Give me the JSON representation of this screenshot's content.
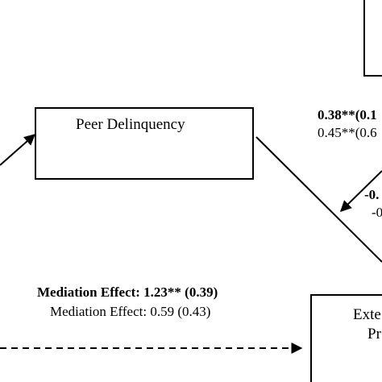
{
  "boxes": {
    "peer_delinquency": "Peer Delinquency",
    "externalizing_line1": "Exte",
    "externalizing_line2": "Pr"
  },
  "paths": {
    "right_upper_bold": "0.38**(0.1",
    "right_upper_regular": "0.45**(0.6",
    "right_lower_bold": "-0.",
    "right_lower_regular": "-0"
  },
  "mediation": {
    "bold": "Mediation Effect:  1.23** (0.39)",
    "regular": "Mediation Effect: 0.59 (0.43)"
  },
  "colors": {
    "ink": "#000000",
    "background": "#ffffff"
  }
}
